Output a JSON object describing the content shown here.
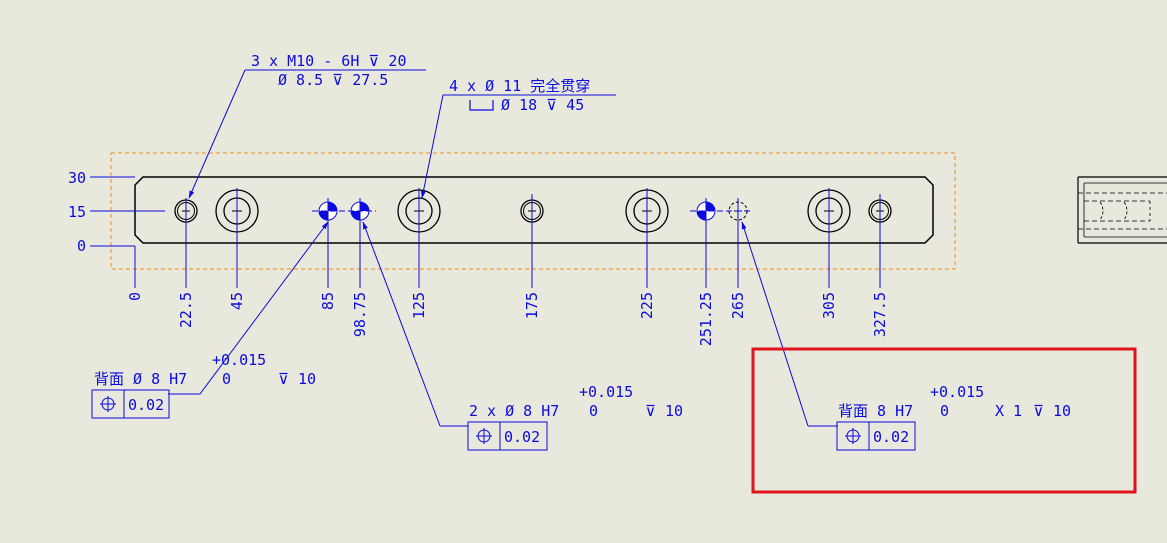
{
  "colors": {
    "background": "#e9e8dc",
    "annotation": "#0b0be0",
    "part_outline": "#000000",
    "bounding_box": "#f08a1c",
    "highlight": "#e0141c"
  },
  "vertical_dims": [
    "30",
    "15",
    "0"
  ],
  "horizontal_dims": [
    "0",
    "22.5",
    "45",
    "85",
    "98.75",
    "125",
    "175",
    "225",
    "251.25",
    "265",
    "305",
    "327.5"
  ],
  "callout_tapped": {
    "line1": "3 x  M10 - 6H ⊽ 20",
    "line2": "Ø 8.5 ⊽ 27.5"
  },
  "callout_counterbore": {
    "line1": "4 x  Ø 11 完全贯穿",
    "line2_prefix": "⌴",
    "line2": "Ø 18 ⊽ 45"
  },
  "callout_back_left": {
    "tol_upper": "+0.015",
    "text": "背面  Ø 8 H7",
    "tol_lower": "0",
    "depth": "⊽ 10",
    "fcf_symbol": "⌖",
    "fcf_value": "0.02"
  },
  "callout_two_x": {
    "tol_upper": "+0.015",
    "text": "2 x  Ø 8 H7",
    "tol_lower": "0",
    "depth": "⊽ 10",
    "fcf_symbol": "⌖",
    "fcf_value": "0.02"
  },
  "callout_back_right": {
    "tol_upper": "+0.015",
    "text": "背面  8 H7",
    "tol_lower": "0",
    "qty": "X 1",
    "depth": "⊽ 10",
    "fcf_symbol": "⌖",
    "fcf_value": "0.02"
  }
}
